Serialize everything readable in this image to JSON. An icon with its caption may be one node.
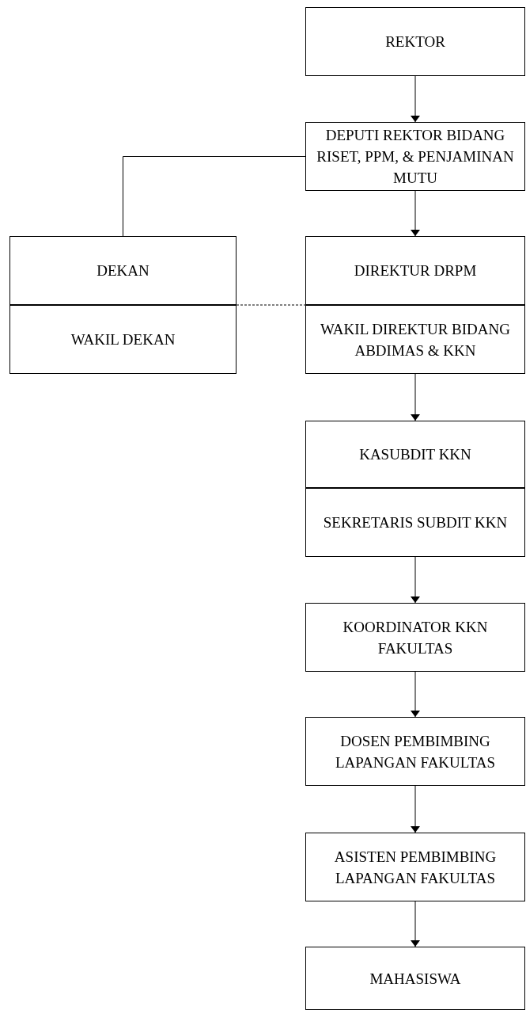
{
  "diagram": {
    "nodes": [
      {
        "text": [
          "REKTOR"
        ]
      },
      {
        "text": [
          "DEPUTI REKTOR BIDANG RISET, PPM, & PENJAMINAN MUTU"
        ]
      },
      {
        "text": [
          "DEKAN"
        ]
      },
      {
        "text": [
          "WAKIL DEKAN"
        ]
      },
      {
        "text": [
          "DIREKTUR DRPM"
        ]
      },
      {
        "text": [
          "WAKIL DIREKTUR BIDANG ABDIMAS & KKN"
        ]
      },
      {
        "text": [
          "KASUBDIT KKN"
        ]
      },
      {
        "text": [
          "SEKRETARIS SUBDIT KKN"
        ]
      },
      {
        "text": [
          "KOORDINATOR KKN FAKULTAS"
        ]
      },
      {
        "text": [
          "DOSEN PEMBIMBING LAPANGAN FAKULTAS"
        ]
      },
      {
        "text": [
          "ASISTEN PEMBIMBING LAPANGAN FAKULTAS"
        ]
      },
      {
        "text": [
          "MAHASISWA"
        ]
      }
    ],
    "edges": [
      {
        "from": 0,
        "to": 1,
        "arrow": "to"
      },
      {
        "from": 1,
        "to": 2,
        "arrow": "none"
      },
      {
        "from": 1,
        "to": 4,
        "arrow": "to"
      },
      {
        "from": 3,
        "to": 5,
        "arrow": "none",
        "style": "dashed"
      },
      {
        "from": 5,
        "to": 6,
        "arrow": "to"
      },
      {
        "from": 7,
        "to": 8,
        "arrow": "to"
      },
      {
        "from": 8,
        "to": 9,
        "arrow": "to"
      },
      {
        "from": 9,
        "to": 10,
        "arrow": "to"
      },
      {
        "from": 10,
        "to": 11,
        "arrow": "to"
      }
    ]
  }
}
